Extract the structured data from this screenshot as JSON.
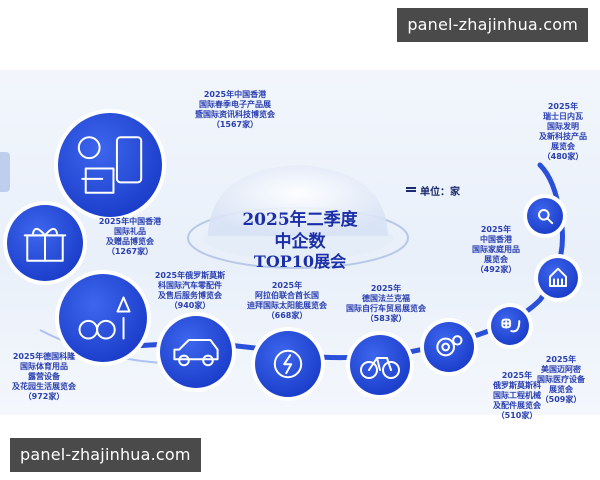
{
  "watermark": {
    "top": "panel-zhajinhua.com",
    "bottom": "panel-zhajinhua.com"
  },
  "colors": {
    "primary": "#1f45d6",
    "label": "#2a3fb0",
    "background": "#eef3fb"
  },
  "chart_data": {
    "type": "table",
    "title": "2025年二季度中企数TOP10展会",
    "title_lines": [
      "2025年二季度",
      "中企数",
      "TOP10展会"
    ],
    "unit": "单位：家",
    "categories": [
      "2025年中国香港国际春季电子产品展暨国际资讯科技博览会",
      "2025年中国香港国际礼品及赠品博览会",
      "2025年德国科隆国际体育用品、露营设备及花园生活展览会",
      "2025年俄罗斯莫斯科国际汽车零配件及售后服务博览会",
      "2025年阿拉伯联合酋长国迪拜国际太阳能展览会",
      "2025年德国法兰克福国际自行车贸易展览会",
      "2025年俄罗斯莫斯科国际工程机械及配件展览会",
      "2025年美国迈阿密国际医疗设备展览会",
      "2025年中国香港国际家庭用品展览会",
      "2025年瑞士日内瓦国际发明及新科技产品展览会"
    ],
    "values": [
      1567,
      1267,
      972,
      940,
      668,
      583,
      510,
      509,
      492,
      480
    ],
    "labels": [
      {
        "lines": [
          "2025年中国香港",
          "国际春季电子产品展",
          "暨国际资讯科技博览会",
          "（1567家）"
        ],
        "icon": "electronics-icon"
      },
      {
        "lines": [
          "2025年中国香港",
          "国际礼品",
          "及赠品博览会",
          "（1267家）"
        ],
        "icon": "gift-icon"
      },
      {
        "lines": [
          "2025年德国科隆",
          "国际体育用品",
          "露营设备",
          "及花园生活展览会",
          "（972家）"
        ],
        "icon": "outdoor-icon"
      },
      {
        "lines": [
          "2025年俄罗斯莫斯",
          "科国际汽车零配件",
          "及售后服务博览会",
          "（940家）"
        ],
        "icon": "car-icon"
      },
      {
        "lines": [
          "2025年",
          "阿拉伯联合酋长国",
          "迪拜国际太阳能展览会",
          "（668家）"
        ],
        "icon": "solar-icon"
      },
      {
        "lines": [
          "2025年",
          "德国法兰克福",
          "国际自行车贸易展览会",
          "（583家）"
        ],
        "icon": "bicycle-icon"
      },
      {
        "lines": [
          "2025年",
          "俄罗斯莫斯科",
          "国际工程机械",
          "及配件展览会",
          "（510家）"
        ],
        "icon": "machinery-icon"
      },
      {
        "lines": [
          "2025年",
          "美国迈阿密",
          "国际医疗设备",
          "展览会",
          "（509家）"
        ],
        "icon": "medical-icon"
      },
      {
        "lines": [
          "2025年",
          "中国香港",
          "国际家庭用品",
          "展览会",
          "（492家）"
        ],
        "icon": "household-icon"
      },
      {
        "lines": [
          "2025年",
          "瑞士日内瓦",
          "国际发明",
          "及新科技产品",
          "展览会",
          "（480家）"
        ],
        "icon": "invention-icon"
      }
    ]
  }
}
